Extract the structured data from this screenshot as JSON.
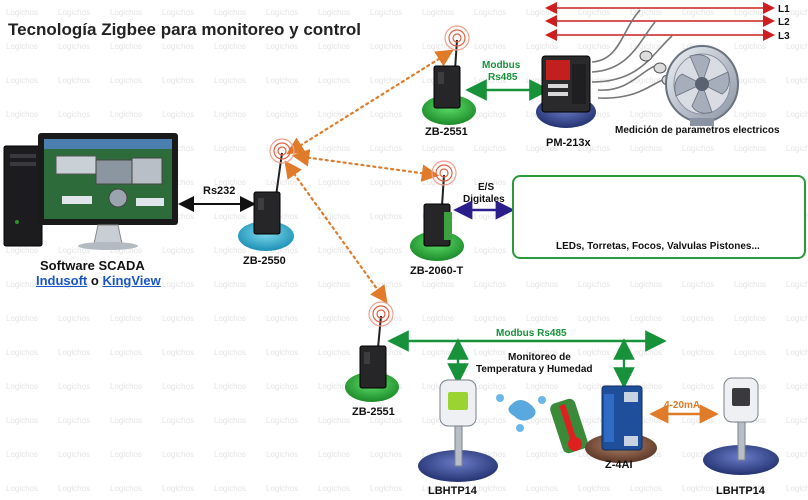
{
  "title": "Tecnología Zigbee para monitoreo y control",
  "watermark": "Logichos",
  "scada": {
    "label": "Software SCADA",
    "link1": "Indusoft",
    "connector": "o",
    "link2": "KingView"
  },
  "links": {
    "rs232": "Rs232",
    "modbus_rs485_top_line1": "Modbus",
    "modbus_rs485_top_line2": "Rs485",
    "es_line1": "E/S",
    "es_line2": "Digitales",
    "modbus_rs485_bottom": "Modbus Rs485",
    "current_loop": "4-20mA"
  },
  "devices": {
    "coordinator": "ZB-2550",
    "router_top": "ZB-2551",
    "io_module": "ZB-2060-T",
    "router_bottom": "ZB-2551",
    "meter": "PM-213x",
    "sensor_left": "LBHTP14",
    "analog_module": "Z-4AI",
    "sensor_right": "LBHTP14"
  },
  "phases": [
    "L1",
    "L2",
    "L3"
  ],
  "captions": {
    "measurement": "Medición de parametros electricos",
    "actuators": "LEDs, Torretas, Focos, Valvulas Pistones...",
    "monitoring_line1": "Monitoreo de",
    "monitoring_line2": "Temperatura y Humedad"
  },
  "colors": {
    "wireless": "#e07b2a",
    "modbus": "#17923a",
    "rs232": "#111111",
    "digital_io": "#2a1f8a",
    "current_loop": "#e07b2a",
    "phase_lines": "#cc1f1f",
    "actuator_border": "#2c9a3c",
    "link_text": "#1a55c8",
    "modbus_text": "#17923a"
  }
}
